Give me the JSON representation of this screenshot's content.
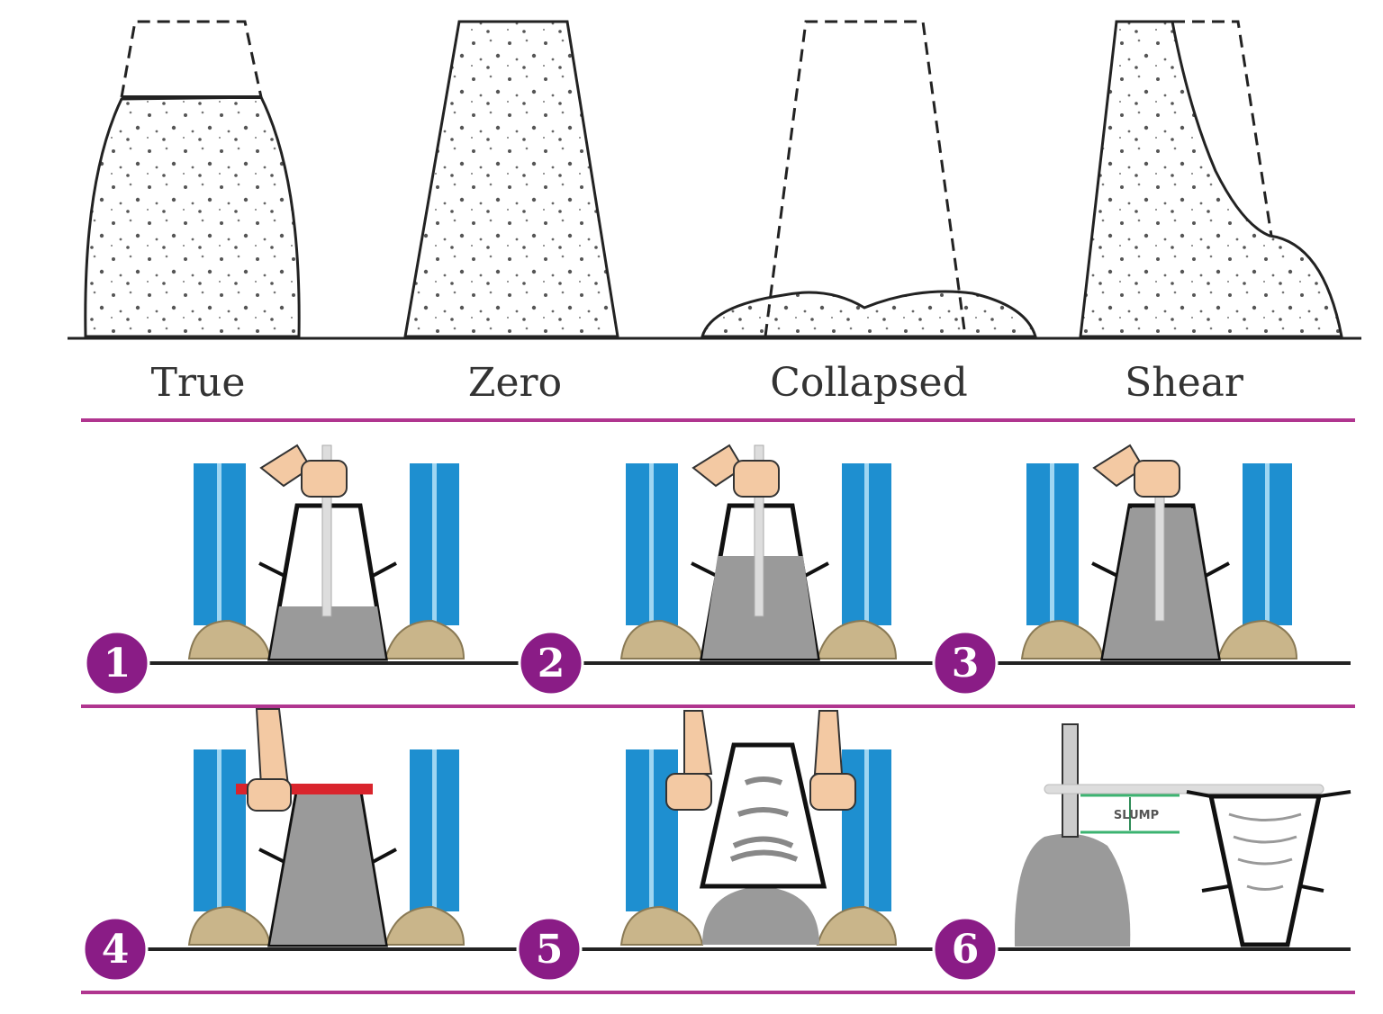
{
  "slump_types": [
    {
      "label": "True"
    },
    {
      "label": "Zero"
    },
    {
      "label": "Collapsed"
    },
    {
      "label": "Shear"
    }
  ],
  "steps": [
    {
      "number": "1"
    },
    {
      "number": "2"
    },
    {
      "number": "3"
    },
    {
      "number": "4"
    },
    {
      "number": "5"
    },
    {
      "number": "6"
    }
  ],
  "slump_label": "SLUMP",
  "colors": {
    "divider": "#b0358f",
    "step_badge": "#8a1c86",
    "legs": "#1e8fd0",
    "concrete": "#9a9a9a",
    "measure_line": "#3cb371"
  }
}
